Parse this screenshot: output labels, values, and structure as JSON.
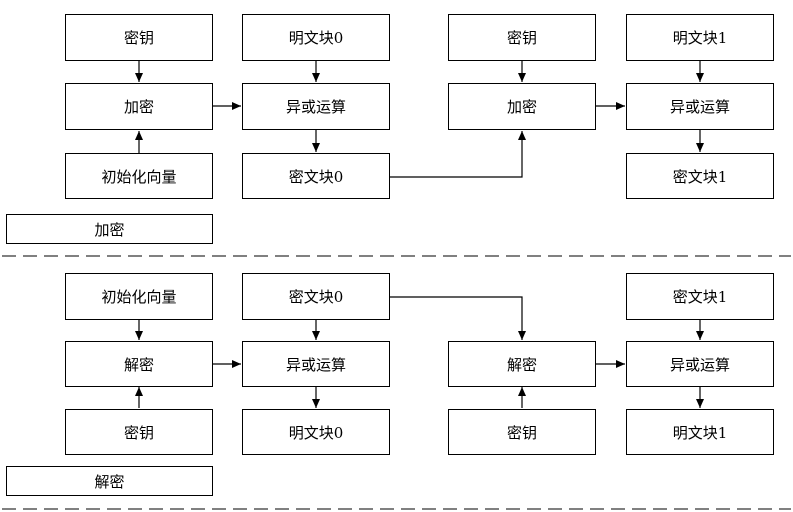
{
  "encrypt": {
    "key_a": "密钥",
    "encrypt_a": "加密",
    "iv": "初始化向量",
    "plain0": "明文块0",
    "xor_a": "异或运算",
    "cipher0": "密文块0",
    "key_b": "密钥",
    "encrypt_b": "加密",
    "plain1": "明文块1",
    "xor_b": "异或运算",
    "cipher1": "密文块1",
    "section_label": "加密"
  },
  "decrypt": {
    "iv": "初始化向量",
    "decrypt_a": "解密",
    "key_a": "密钥",
    "cipher0": "密文块0",
    "xor_a": "异或运算",
    "plain0": "明文块0",
    "decrypt_b": "解密",
    "key_b": "密钥",
    "cipher1": "密文块1",
    "xor_b": "异或运算",
    "plain1": "明文块1",
    "section_label": "解密"
  }
}
